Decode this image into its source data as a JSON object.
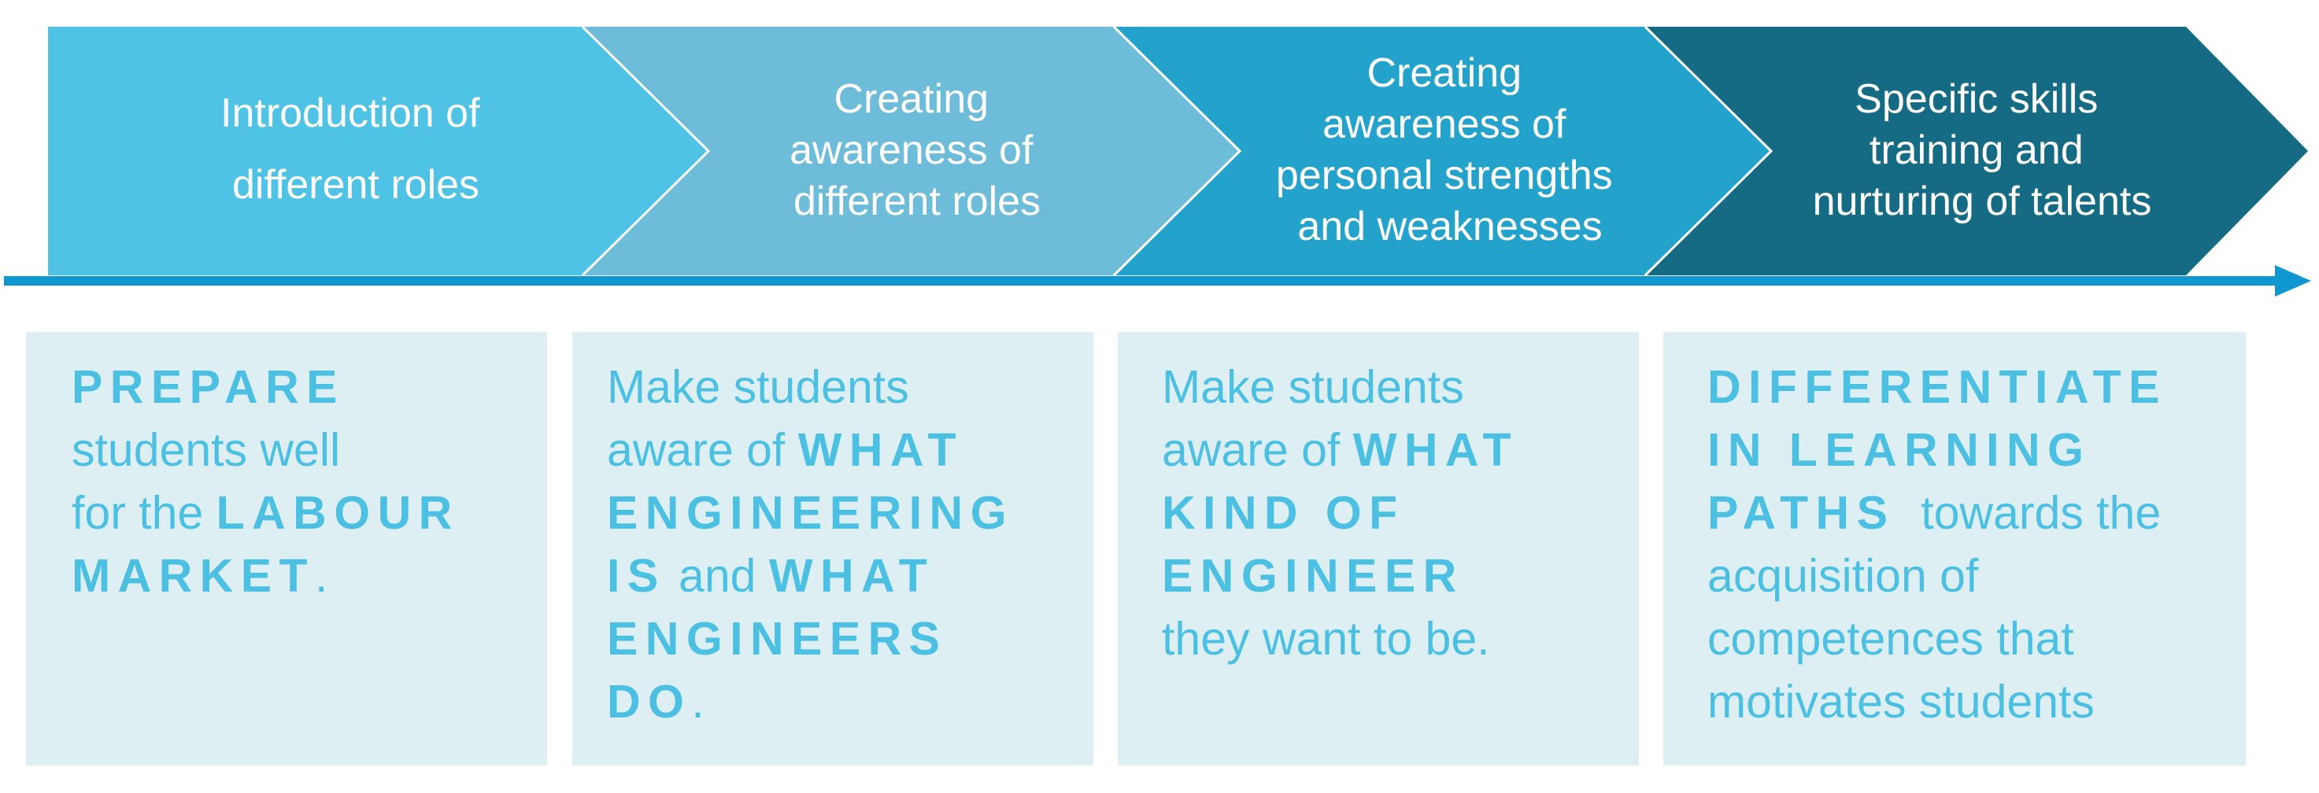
{
  "colors": {
    "stage1": "#4fc3e5",
    "stage2": "#6dbcd9",
    "stage3": "#23a3cb",
    "stage4": "#156b84",
    "timeline": "#0e98cf",
    "box_bg": "#deeff4",
    "box_text": "#4cc0e3"
  },
  "stages": [
    {
      "lines": [
        "Introduction of",
        "different roles"
      ]
    },
    {
      "lines": [
        "Creating",
        "awareness of",
        "different roles"
      ]
    },
    {
      "lines": [
        "Creating",
        "awareness of",
        "personal strengths",
        "and weaknesses"
      ]
    },
    {
      "lines": [
        "Specific skills",
        "training and",
        "nurturing of talents"
      ]
    }
  ],
  "boxes": [
    {
      "segments": [
        {
          "text": "PREPARE",
          "bold": true
        },
        {
          "text": "students well",
          "bold": false
        },
        {
          "text": "for the ",
          "bold": false
        },
        {
          "text": "LABOUR",
          "bold": true
        },
        {
          "text": "MARKET",
          "bold": true
        },
        {
          "text": ".",
          "bold": false
        }
      ]
    },
    {
      "segments": [
        {
          "text": "Make students",
          "bold": false
        },
        {
          "text": "aware of ",
          "bold": false
        },
        {
          "text": "WHAT",
          "bold": true
        },
        {
          "text": "ENGINEERING",
          "bold": true
        },
        {
          "text": "IS",
          "bold": true
        },
        {
          "text": " and ",
          "bold": false
        },
        {
          "text": "WHAT",
          "bold": true
        },
        {
          "text": "ENGINEERS",
          "bold": true
        },
        {
          "text": "DO",
          "bold": true
        },
        {
          "text": ".",
          "bold": false
        }
      ]
    },
    {
      "segments": [
        {
          "text": "Make students",
          "bold": false
        },
        {
          "text": "aware of ",
          "bold": false
        },
        {
          "text": "WHAT",
          "bold": true
        },
        {
          "text": "KIND OF",
          "bold": true
        },
        {
          "text": "ENGINEER",
          "bold": true
        },
        {
          "text": "they want to be.",
          "bold": false
        }
      ]
    },
    {
      "segments": [
        {
          "text": "DIFFERENTIATE",
          "bold": true
        },
        {
          "text": "IN LEARNING",
          "bold": true
        },
        {
          "text": "PATHS",
          "bold": true
        },
        {
          "text": "  towards the",
          "bold": false
        },
        {
          "text": "acquisition of",
          "bold": false
        },
        {
          "text": "competences that",
          "bold": false
        },
        {
          "text": "motivates students",
          "bold": false
        }
      ]
    }
  ]
}
